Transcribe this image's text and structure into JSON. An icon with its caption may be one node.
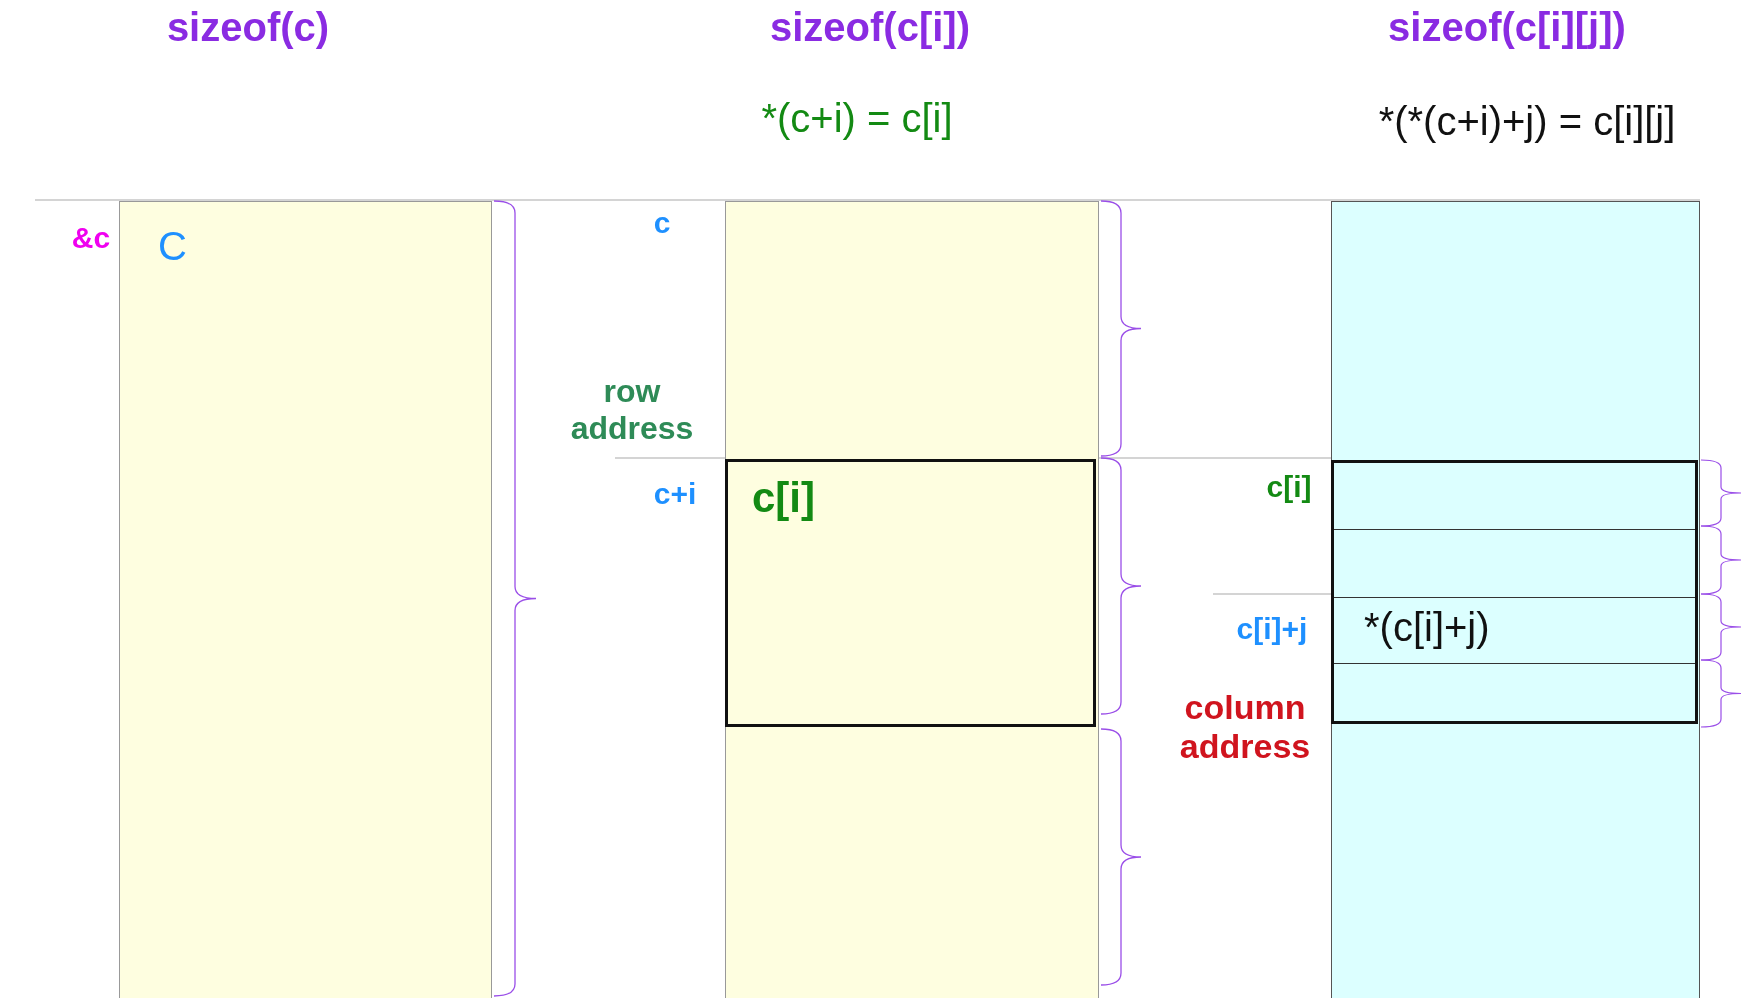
{
  "diagram": {
    "nodes": [
      {
        "text": [
          "C"
        ]
      },
      {
        "text": [],
        "shape": "box"
      },
      {
        "text": [
          "c[i]"
        ],
        "in": 1
      },
      {
        "text": [],
        "shape": "box"
      },
      {
        "text": [],
        "shape": "box",
        "in": 3
      },
      {
        "text": [
          "*(c[i]+j)"
        ],
        "in": 4
      }
    ],
    "edges": [],
    "labels": [
      "sizeof(c)",
      "sizeof(c[i])",
      "sizeof(c[i][j])",
      "*(c+i) = c[i]",
      "*(*(c+i)+j) = c[i][j]",
      "&c",
      "c",
      "row address",
      "c+i",
      "c[i]",
      "c[i]+j",
      "column address"
    ]
  }
}
